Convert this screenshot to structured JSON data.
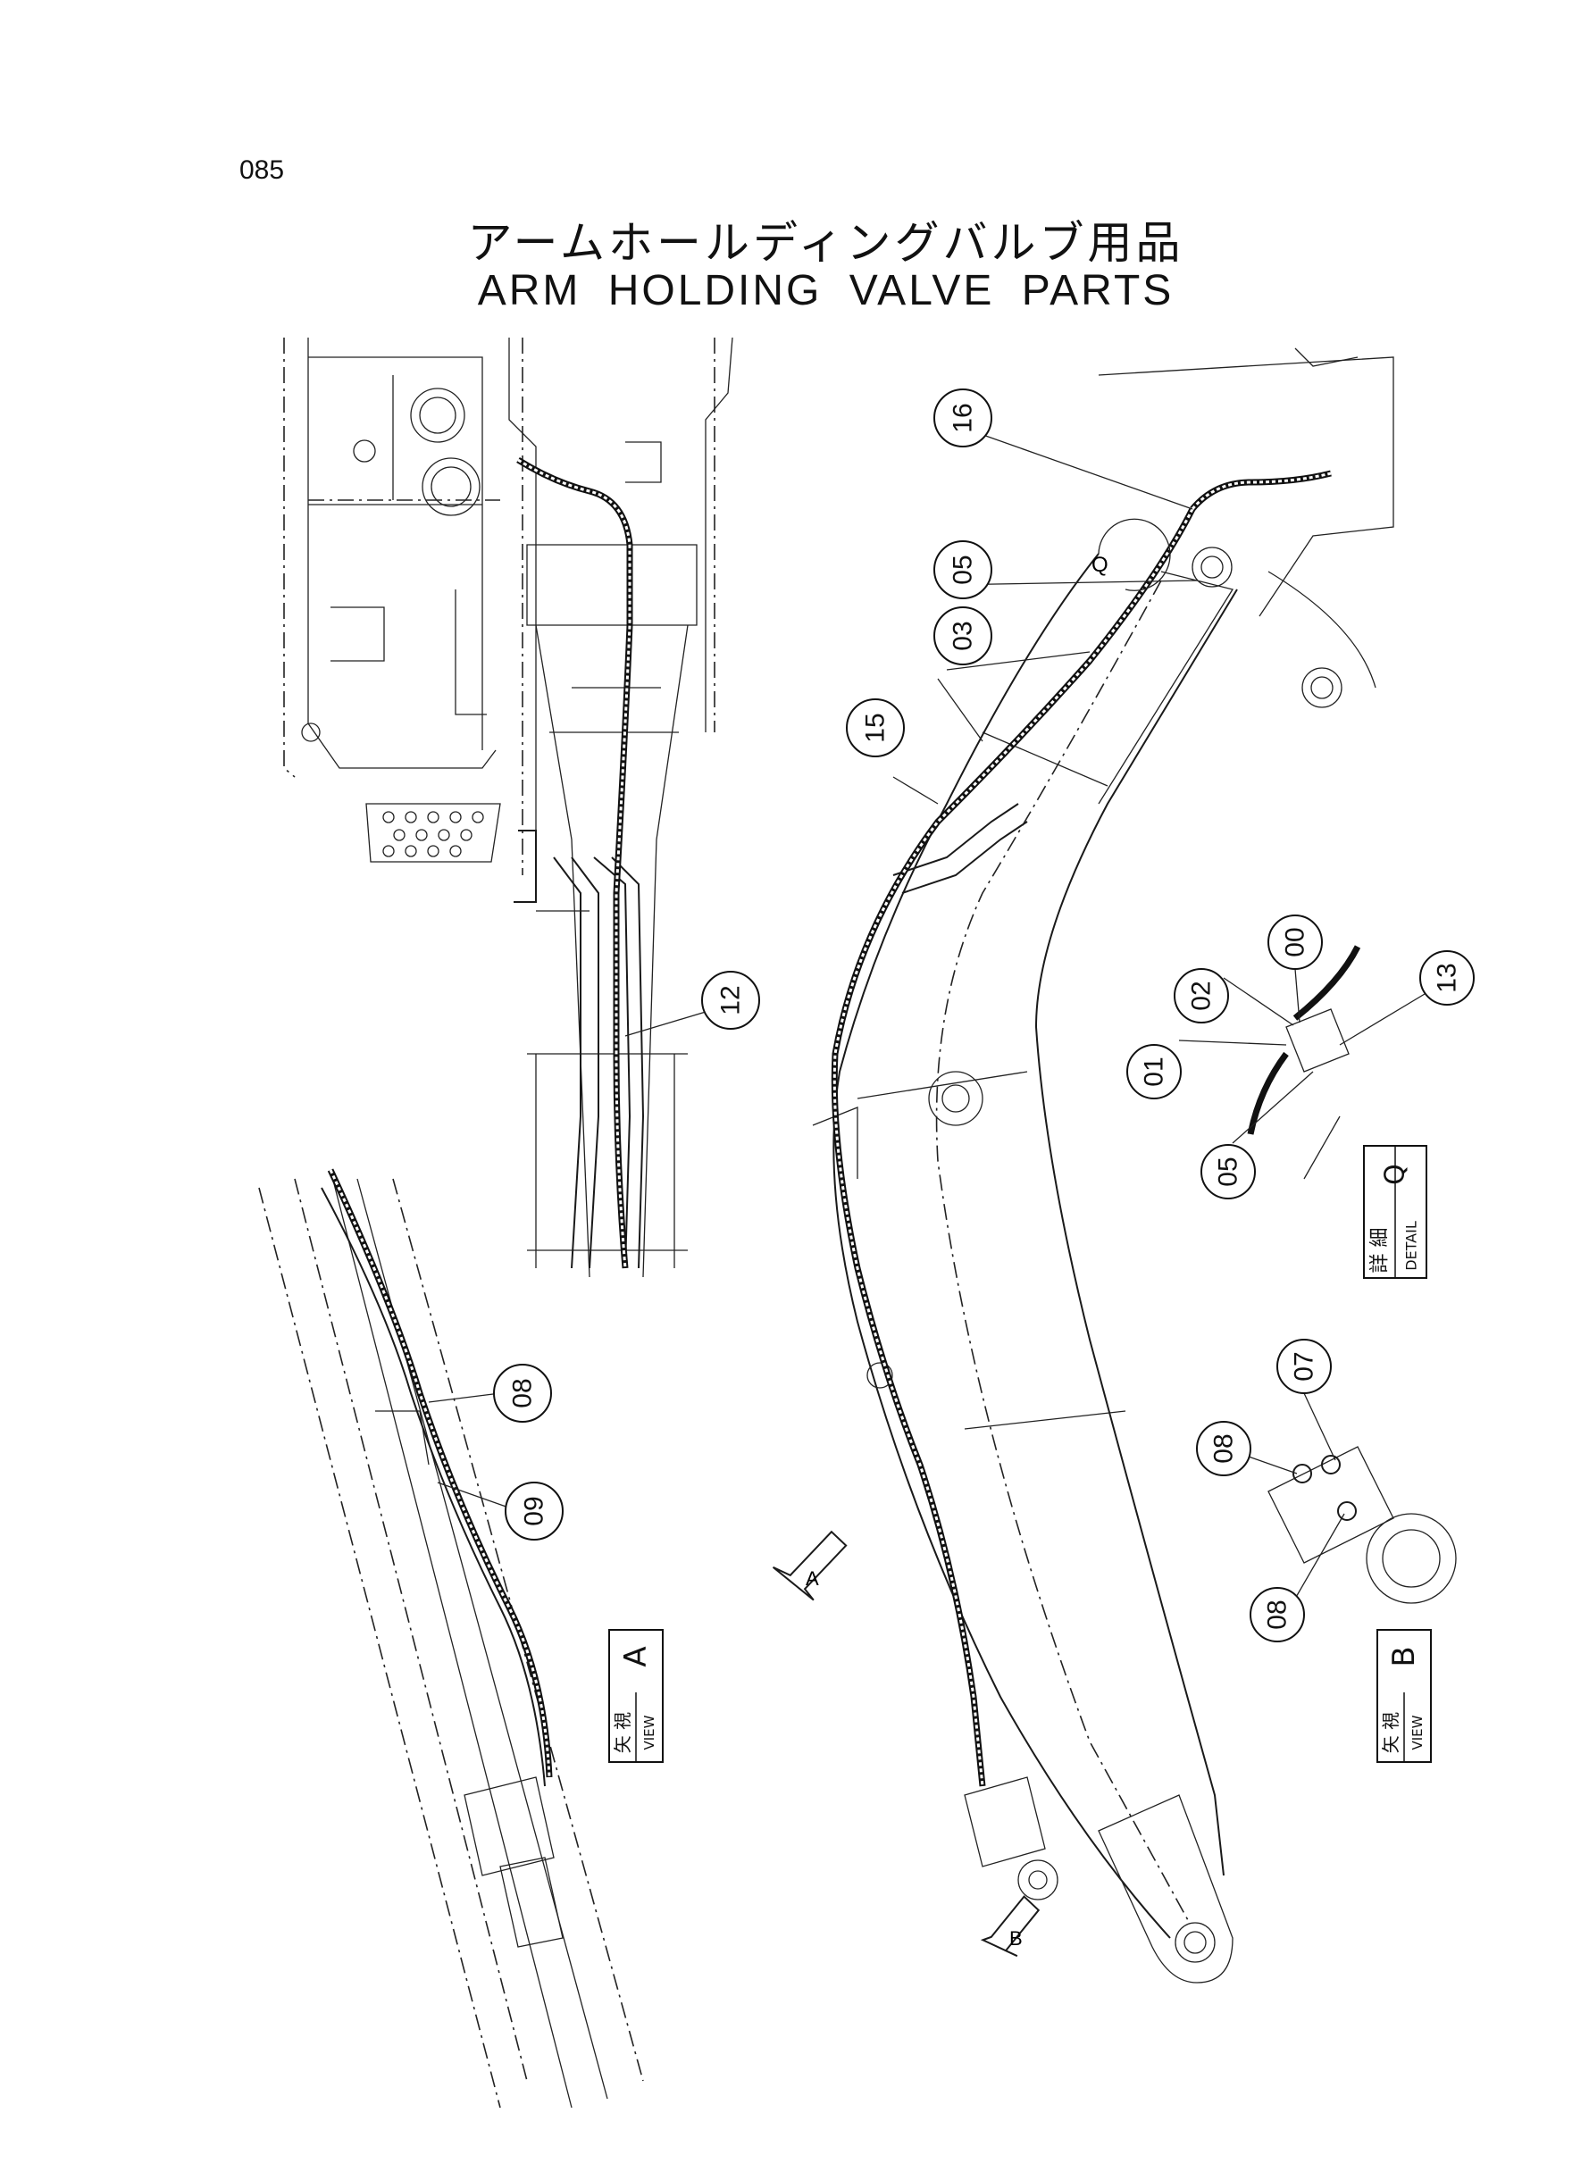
{
  "page_number": "085",
  "title": {
    "japanese": "アームホールディングバルブ用品",
    "english": "ARM HOLDING VALVE PARTS"
  },
  "callouts": [
    "16",
    "05",
    "03",
    "15",
    "12",
    "00",
    "02",
    "13",
    "01",
    "05",
    "08",
    "09",
    "07",
    "08",
    "08"
  ],
  "view_labels": {
    "detail_q": {
      "kanji": "詳 細",
      "latin": "DETAIL",
      "letter": "Q"
    },
    "view_a": {
      "kanji": "矢 視",
      "latin": "VIEW",
      "letter": "A"
    },
    "view_b": {
      "kanji": "矢 視",
      "latin": "VIEW",
      "letter": "B"
    }
  },
  "arrow_letters": {
    "a": "A",
    "b": "B",
    "q": "Q"
  }
}
